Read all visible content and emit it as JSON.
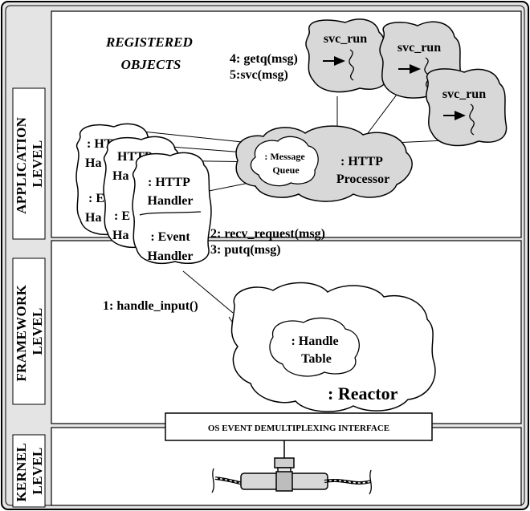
{
  "levels": {
    "application": [
      "APPLICATION",
      "LEVEL"
    ],
    "framework": [
      "FRAMEWORK",
      "LEVEL"
    ],
    "kernel": [
      "KERNEL",
      "LEVEL"
    ]
  },
  "registered_objects": [
    "REGISTERED",
    "OBJECTS"
  ],
  "svc_run": [
    "svc_run",
    "svc_run",
    "svc_run"
  ],
  "messages": {
    "getq": "4: getq(msg)",
    "svc": "5:svc(msg)",
    "recv_request": "2: recv_request(msg)",
    "putq": "3: putq(msg)",
    "handle_input": "1: handle_input()"
  },
  "message_queue": [
    ": Message",
    "Queue"
  ],
  "http_processor": [
    ": HTTP",
    "Processor"
  ],
  "http_handler_back1": [
    ": HTTP",
    "Ha"
  ],
  "http_handler_back2": [
    "HTTP",
    "Ha"
  ],
  "http_handler_front": [
    ": HTTP",
    "Handler"
  ],
  "event_handler_back1": [
    ": E",
    "Ha"
  ],
  "event_handler_back2": [
    ": E",
    "Ha"
  ],
  "event_handler_front": [
    ": Event",
    "Handler"
  ],
  "handle_table": [
    ": Handle",
    "Table"
  ],
  "reactor": ": Reactor",
  "os_interface": "OS EVENT DEMULTIPLEXING INTERFACE",
  "colors": {
    "panel": "#e4e4e4",
    "cloud_fill": "#d8d8d8",
    "white": "#ffffff",
    "ink": "#000000"
  }
}
